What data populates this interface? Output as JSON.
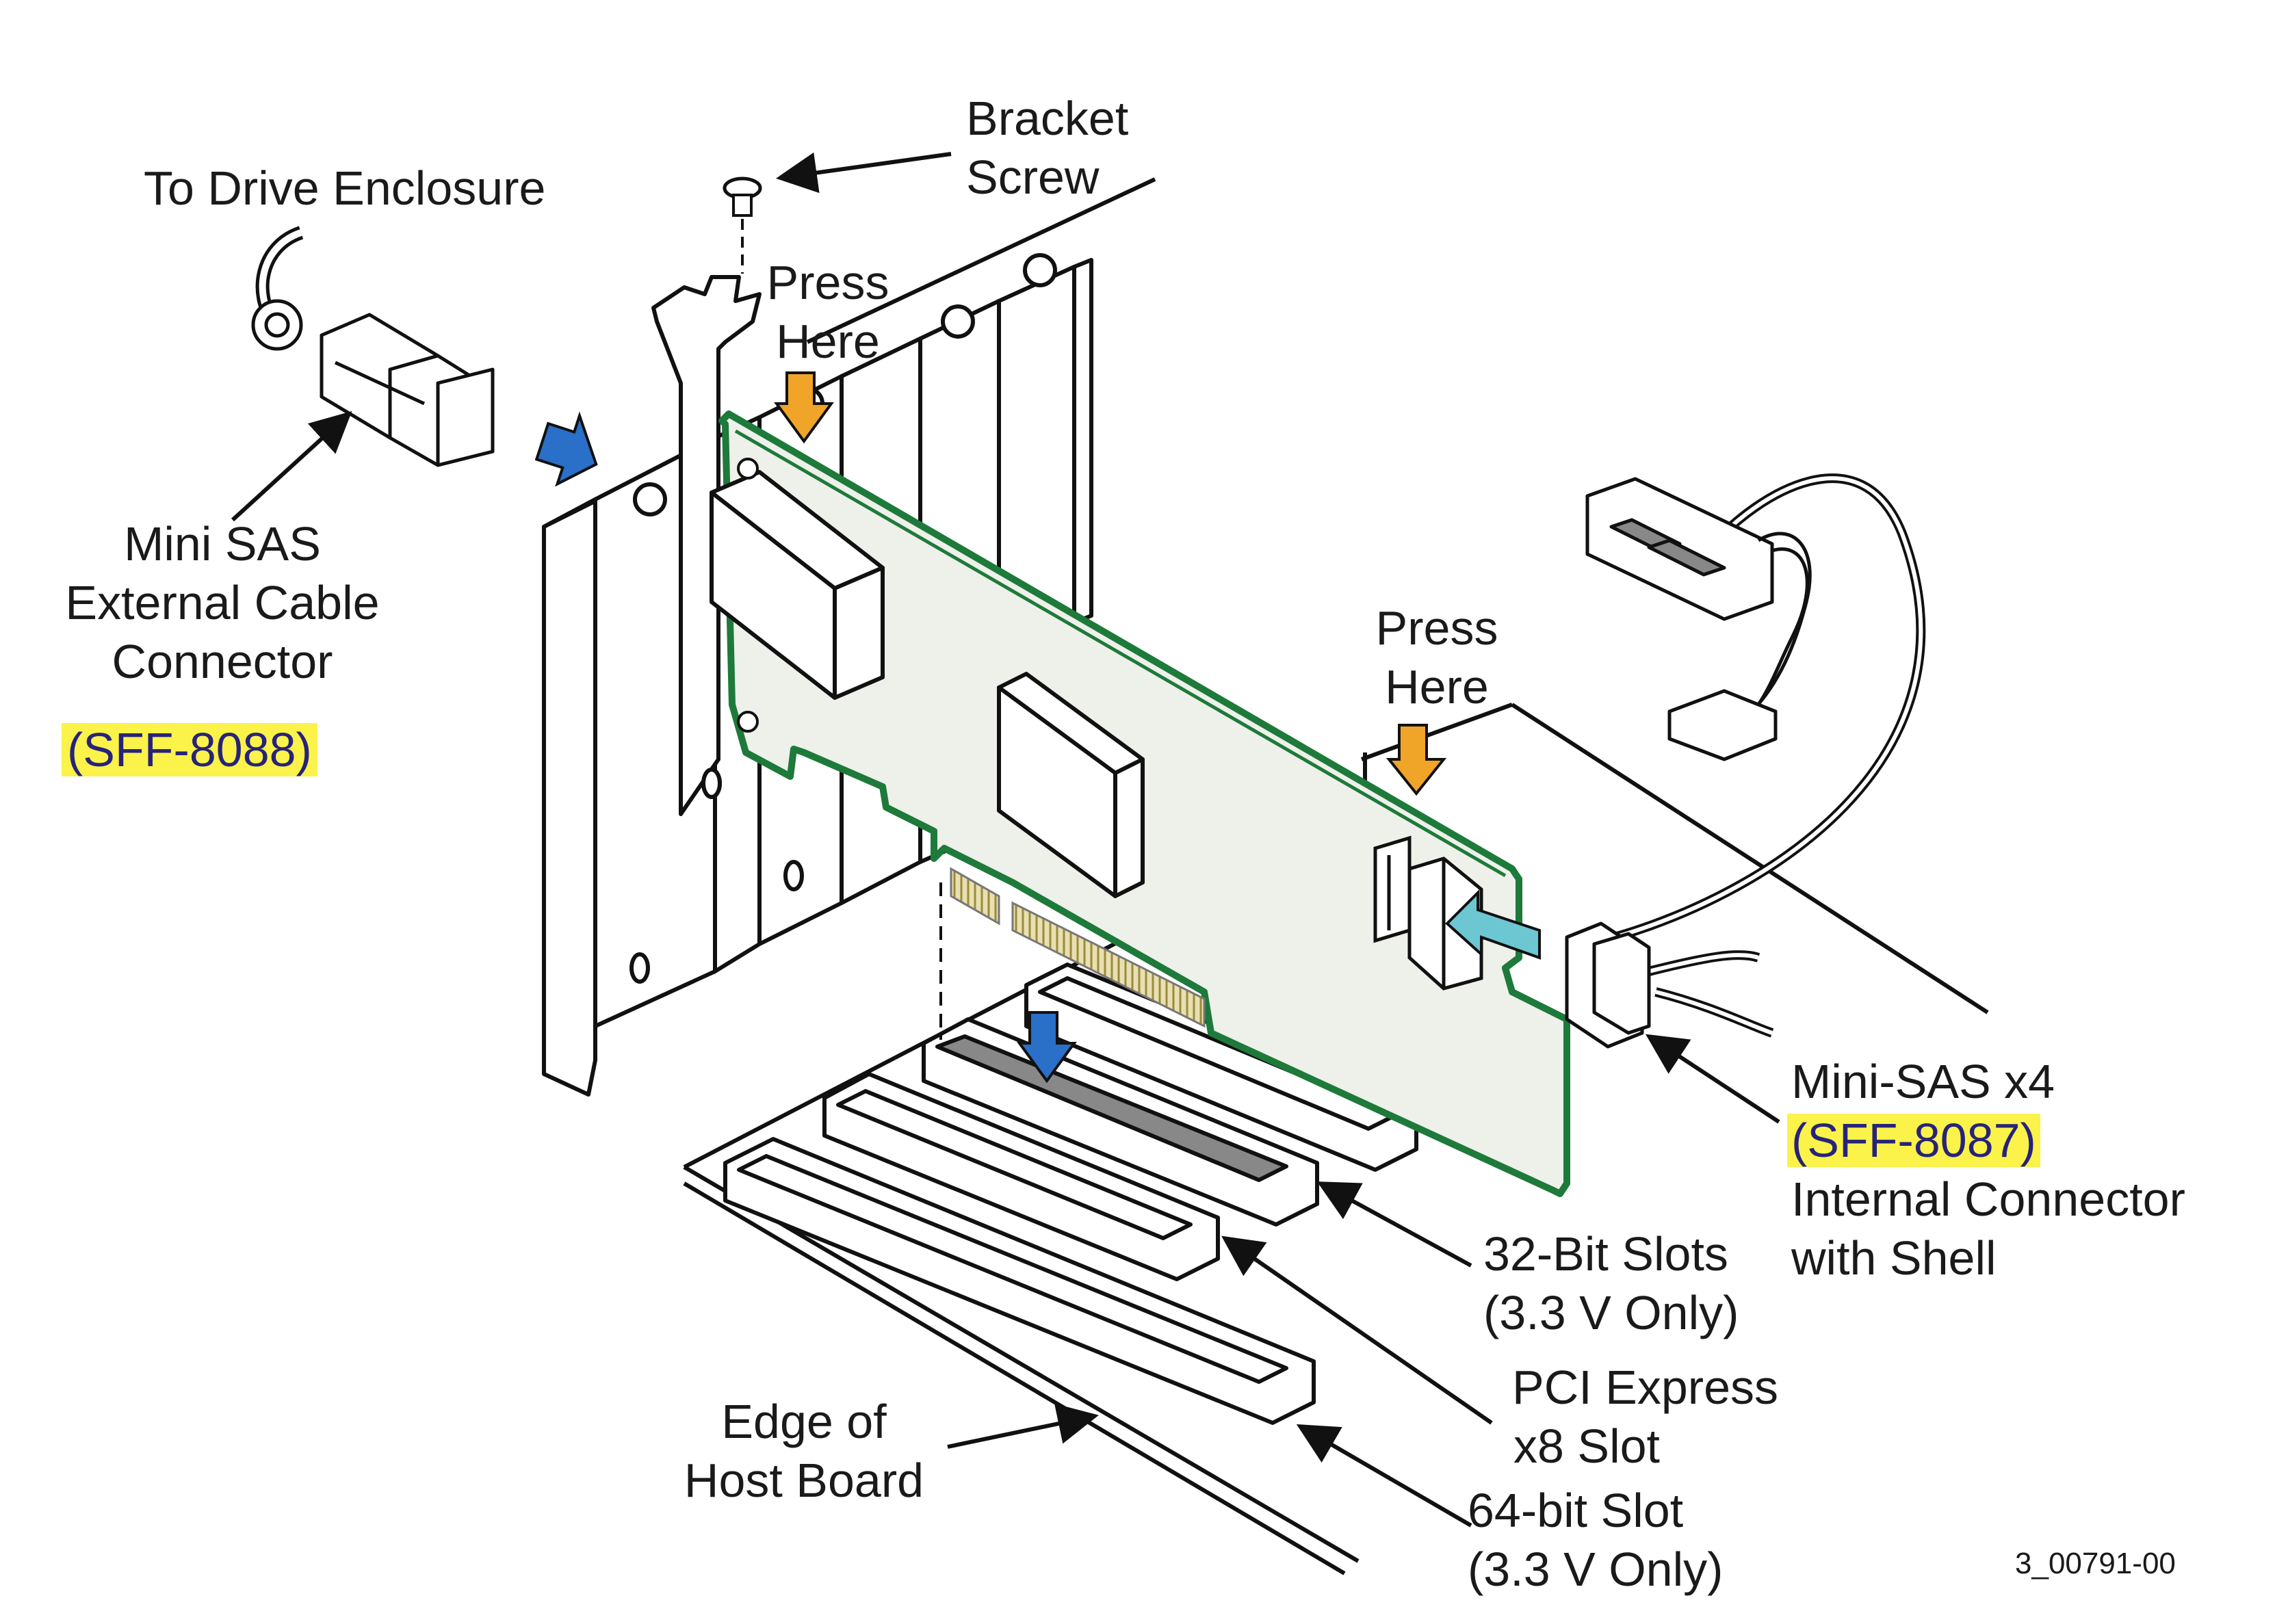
{
  "labels": {
    "drive_enclosure": "To Drive Enclosure",
    "bracket_screw": [
      "Bracket",
      "Screw"
    ],
    "press_here_top": [
      "Press",
      "Here"
    ],
    "press_here_right": [
      "Press",
      "Here"
    ],
    "mini_sas_external": [
      "Mini SAS",
      "External Cable",
      "Connector"
    ],
    "sff_8088": "(SFF-8088)",
    "mini_sas_x4": "Mini-SAS x4",
    "sff_8087": "(SFF-8087)",
    "internal_connector": [
      "Internal Connector",
      "with Shell"
    ],
    "slots_32bit": [
      "32-Bit Slots",
      "(3.3 V Only)"
    ],
    "pcie_x8": [
      "PCI Express",
      "x8 Slot"
    ],
    "slot_64bit": [
      "64-bit Slot",
      "(3.3 V Only)"
    ],
    "edge_host_board": [
      "Edge of",
      "Host Board"
    ],
    "figure_id": "3_00791-00"
  },
  "colors": {
    "board_outline": "#1e7a3a",
    "board_fill": "#eef0ea",
    "press_arrow": "#f0a428",
    "external_arrow": "#2a6fc8",
    "internal_arrow": "#6cc7d3",
    "slot_arrow": "#2a6fc8",
    "highlight": "#fbf24a",
    "highlight_text": "#27237a"
  }
}
